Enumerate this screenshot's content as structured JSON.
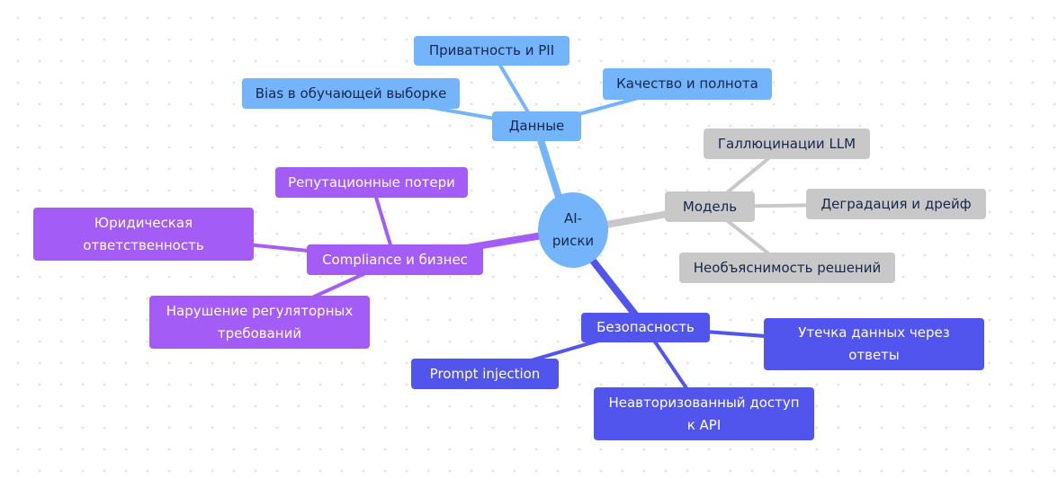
{
  "center": {
    "label": "AI-риски",
    "color": "#74b4fb"
  },
  "branches": {
    "data": {
      "label": "Данные",
      "color": "#74b4fb",
      "children": [
        "Приватность и PII",
        "Bias в обучающей выборке",
        "Качество и полнота"
      ]
    },
    "model": {
      "label": "Модель",
      "color": "#c8c8c8",
      "children": [
        "Галлюцинации LLM",
        "Деградация и дрейф",
        "Необъяснимость решений"
      ]
    },
    "security": {
      "label": "Безопасность",
      "color": "#5254ee",
      "children": [
        "Утечка данных через ответы",
        "Prompt injection",
        "Неавторизованный доступ к API"
      ]
    },
    "business": {
      "label": "Compliance и бизнес",
      "color": "#a45cf6",
      "children": [
        "Репутационные потери",
        "Юридическая ответственность",
        "Нарушение регуляторных требований"
      ]
    }
  }
}
